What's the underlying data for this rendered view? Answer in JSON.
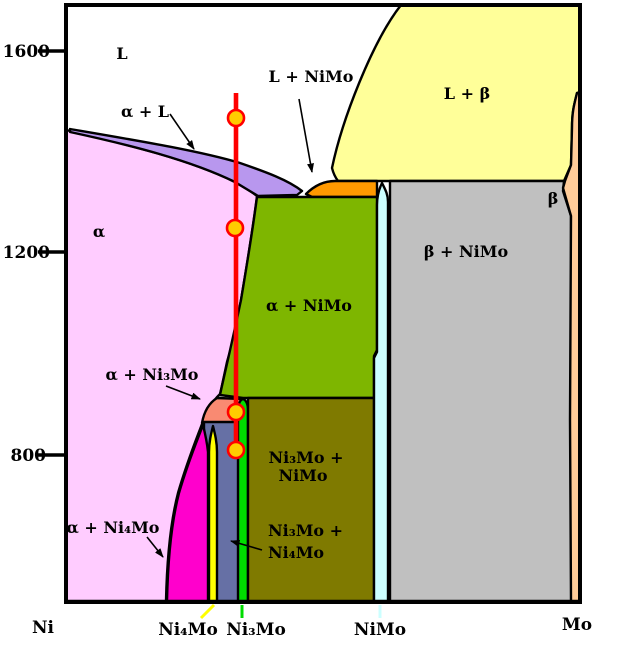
{
  "labels": {
    "L": "L",
    "alpha_L": "α + L",
    "L_NiMo": "L + NiMo",
    "L_beta": "L + β",
    "beta": "β",
    "beta_NiMo": "β + NiMo",
    "alpha": "α",
    "alpha_NiMo": "α + NiMo",
    "alpha_Ni3Mo": "α + Ni₃Mo",
    "Ni3Mo_NiMo_line1": "Ni₃Mo +",
    "Ni3Mo_NiMo_line2": "NiMo",
    "Ni3Mo_Ni4Mo_line1": "Ni₃Mo +",
    "Ni3Mo_Ni4Mo_line2": "Ni₄Mo",
    "alpha_Ni4Mo": "α + Ni₄Mo"
  },
  "axis": {
    "y": [
      "1600",
      "1200",
      "800"
    ],
    "x": [
      "Ni",
      "Ni₄Mo",
      "Ni₃Mo",
      "NiMo",
      "Mo"
    ]
  },
  "colors": {
    "liquid": "#FFFFFF",
    "alpha": "#FFCCFF",
    "alpha_L": "#B897EE",
    "L_beta": "#FFFF99",
    "peritectic_orange": "#FF9900",
    "alpha_NiMo": "#7EB600",
    "alpha_Ni3Mo": "#F98A72",
    "alpha_Ni4Mo": "#FF00CC",
    "Ni4Mo_stripe": "#FFFF00",
    "Ni3Mo_Ni4Mo": "#6670A5",
    "Ni3Mo_stripe": "#00DC00",
    "Ni3Mo_NiMo": "#7F7A00",
    "NiMo_stripe": "#CCFFFF",
    "beta_NiMo": "#C0C0C0",
    "beta": "#FFCC99",
    "sample_line": "#FF0000",
    "marker_fill": "#FFCC00"
  },
  "chart_data": {
    "type": "phase-diagram",
    "system_endpoints": [
      "Ni",
      "Mo"
    ],
    "temperature_ticks": [
      1600,
      1200,
      800
    ],
    "composition_ticks": [
      "Ni",
      "Ni₄Mo",
      "Ni₃Mo",
      "NiMo",
      "Mo"
    ],
    "phase_regions": [
      "L",
      "α + L",
      "α",
      "L + NiMo",
      "L + β",
      "β",
      "β + NiMo",
      "α + NiMo",
      "α + Ni₃Mo",
      "Ni₃Mo + NiMo",
      "Ni₃Mo + Ni₄Mo",
      "α + Ni₄Mo",
      "Ni₄Mo",
      "Ni₃Mo",
      "NiMo"
    ],
    "compound_line_compositions": [
      "Ni₄Mo",
      "Ni₃Mo",
      "NiMo"
    ],
    "overlay": {
      "sample_composition_line_near": "Ni₃Mo",
      "marked_temperatures": [
        1470,
        1250,
        880,
        805
      ]
    }
  }
}
